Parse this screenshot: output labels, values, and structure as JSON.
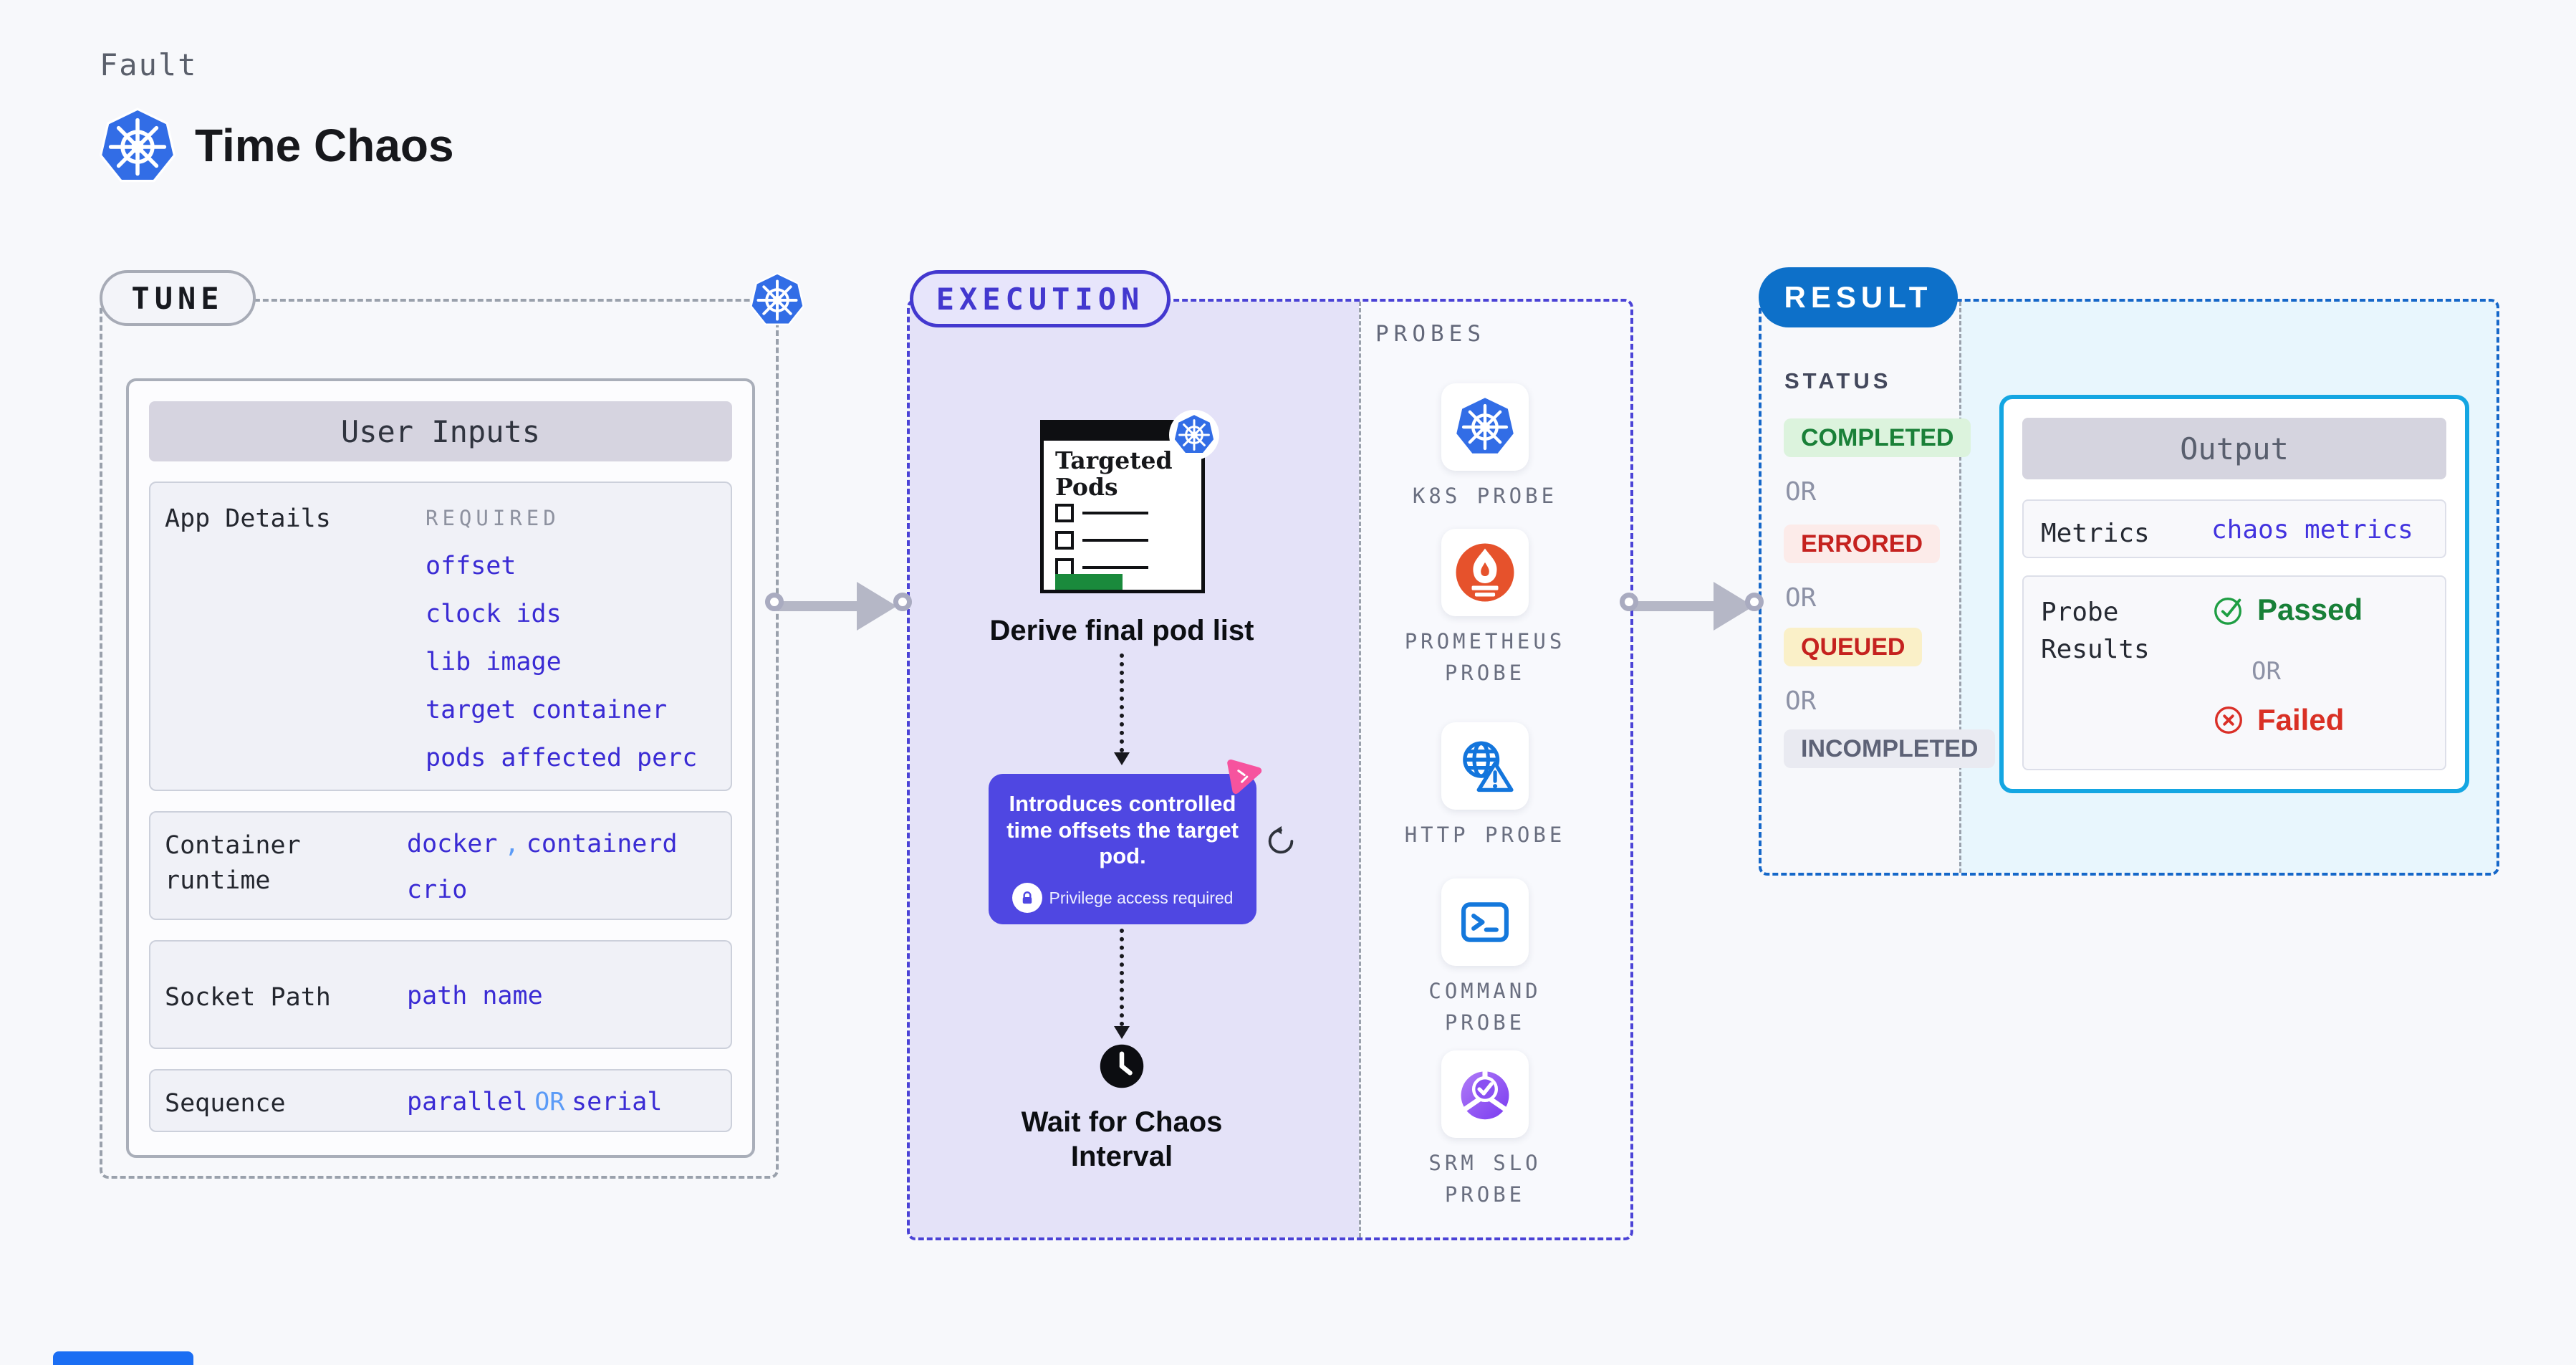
{
  "header": {
    "eyebrow": "Fault",
    "title": "Time Chaos"
  },
  "tune": {
    "badge": "TUNE",
    "user_inputs_title": "User Inputs",
    "app_details": {
      "label": "App Details",
      "required_tag": "REQUIRED",
      "values": [
        "offset",
        "clock ids",
        "lib image",
        "target container",
        "pods affected perc"
      ]
    },
    "container_runtime": {
      "label": "Container runtime",
      "value1": "docker",
      "separator": ",",
      "value2": "containerd",
      "value3": "crio"
    },
    "socket_path": {
      "label": "Socket Path",
      "value": "path name"
    },
    "sequence": {
      "label": "Sequence",
      "value1": "parallel",
      "or": "OR",
      "value2": "serial"
    }
  },
  "execution": {
    "badge": "EXECUTION",
    "targeted_pods_title": "Targeted Pods",
    "derive_label": "Derive final pod list",
    "tooltip_text": "Introduces controlled time offsets the target pod.",
    "tooltip_note": "Privilege access required",
    "wait_label": "Wait for Chaos Interval"
  },
  "probes": {
    "title": "PROBES",
    "items": [
      {
        "label": "K8S PROBE",
        "icon": "kubernetes-icon"
      },
      {
        "label": "PROMETHEUS PROBE",
        "icon": "prometheus-icon"
      },
      {
        "label": "HTTP PROBE",
        "icon": "globe-warning-icon"
      },
      {
        "label": "COMMAND PROBE",
        "icon": "terminal-icon"
      },
      {
        "label": "SRM SLO PROBE",
        "icon": "slo-pie-icon"
      }
    ]
  },
  "result": {
    "badge": "RESULT",
    "status_title": "STATUS",
    "or_label": "OR",
    "statuses": [
      {
        "label": "COMPLETED",
        "text_color": "#1a8038",
        "bg_color": "#dcf3dd"
      },
      {
        "label": "ERRORED",
        "text_color": "#c5221f",
        "bg_color": "#fcebe9"
      },
      {
        "label": "QUEUED",
        "text_color": "#c5221f",
        "bg_color": "#faf0c8"
      },
      {
        "label": "INCOMPLETED",
        "text_color": "#5d6276",
        "bg_color": "#e9eaf1"
      }
    ],
    "output": {
      "title": "Output",
      "metrics_label": "Metrics",
      "metrics_value": "chaos metrics",
      "probe_results_label": "Probe Results",
      "passed": "Passed",
      "or": "OR",
      "failed": "Failed"
    }
  },
  "colors": {
    "indigo": "#4b43d6",
    "tooltip_bg": "#4f47e2",
    "result_blue": "#0d70c9",
    "output_border": "#14a6e2",
    "value_blue": "#3a2bd4",
    "light_blue": "#5b9bf7",
    "green": "#1a8038",
    "red": "#c5221f",
    "kubernetes_blue": "#326de6",
    "prometheus_orange": "#e6522c",
    "chaos_pink": "#f6539e",
    "arrow_gray": "#b5b7c6"
  }
}
